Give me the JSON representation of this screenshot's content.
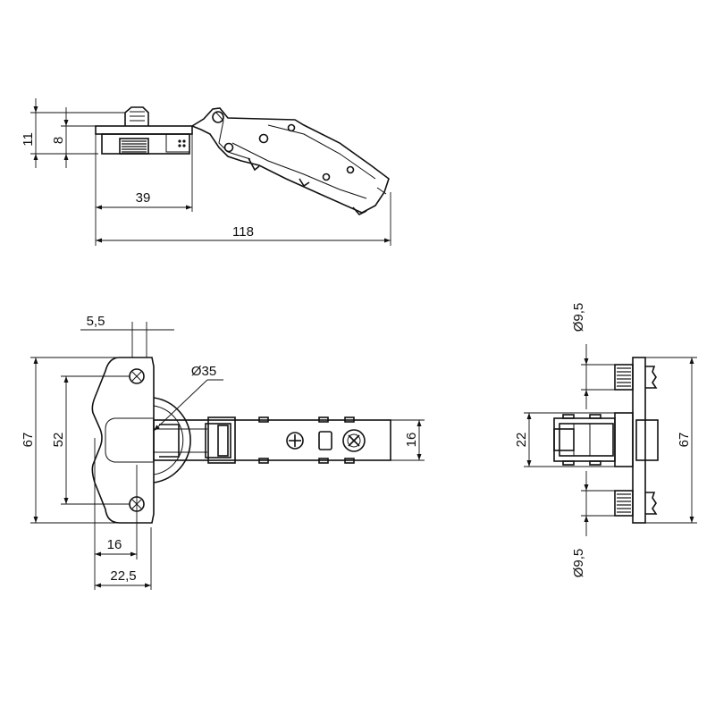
{
  "drawing": {
    "side_view": {
      "dims": {
        "height_11": "11",
        "height_8": "8",
        "length_39": "39",
        "length_118": "118"
      }
    },
    "top_view": {
      "dims": {
        "offset_5_5": "5,5",
        "cup_diameter": "Ø35",
        "height_67": "67",
        "hole_spacing_52": "52",
        "arm_width_16": "16",
        "depth_16": "16",
        "depth_22_5": "22,5"
      }
    },
    "end_view": {
      "dims": {
        "dowel_top": "Ø9,5",
        "dowel_bottom": "Ø9,5",
        "arm_22": "22",
        "height_67": "67"
      }
    }
  }
}
